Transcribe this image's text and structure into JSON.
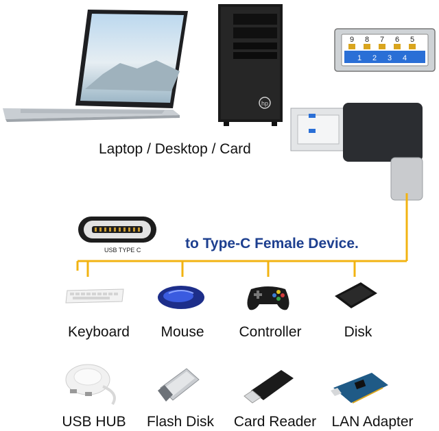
{
  "source_label": "Laptop / Desktop / Card",
  "port_diagram": {
    "top_pins": [
      "9",
      "8",
      "7",
      "6",
      "5"
    ],
    "bottom_pins": [
      "1",
      "2",
      "3",
      "4"
    ]
  },
  "connector_caption": "USB TYPE C",
  "headline": "to Type-C Female Device.",
  "devices_row1": [
    {
      "label": "Keyboard",
      "icon": "keyboard-icon"
    },
    {
      "label": "Mouse",
      "icon": "mouse-icon"
    },
    {
      "label": "Controller",
      "icon": "controller-icon"
    },
    {
      "label": "Disk",
      "icon": "disk-icon"
    }
  ],
  "devices_row2": [
    {
      "label": "USB HUB",
      "icon": "usb-hub-icon"
    },
    {
      "label": "Flash Disk",
      "icon": "flash-disk-icon"
    },
    {
      "label": "Card Reader",
      "icon": "card-reader-icon"
    },
    {
      "label": "LAN Adapter",
      "icon": "lan-adapter-icon"
    }
  ],
  "colors": {
    "line": "#f2b311",
    "headline": "#1d3f8f",
    "pin_blue": "#2a6fd6"
  }
}
